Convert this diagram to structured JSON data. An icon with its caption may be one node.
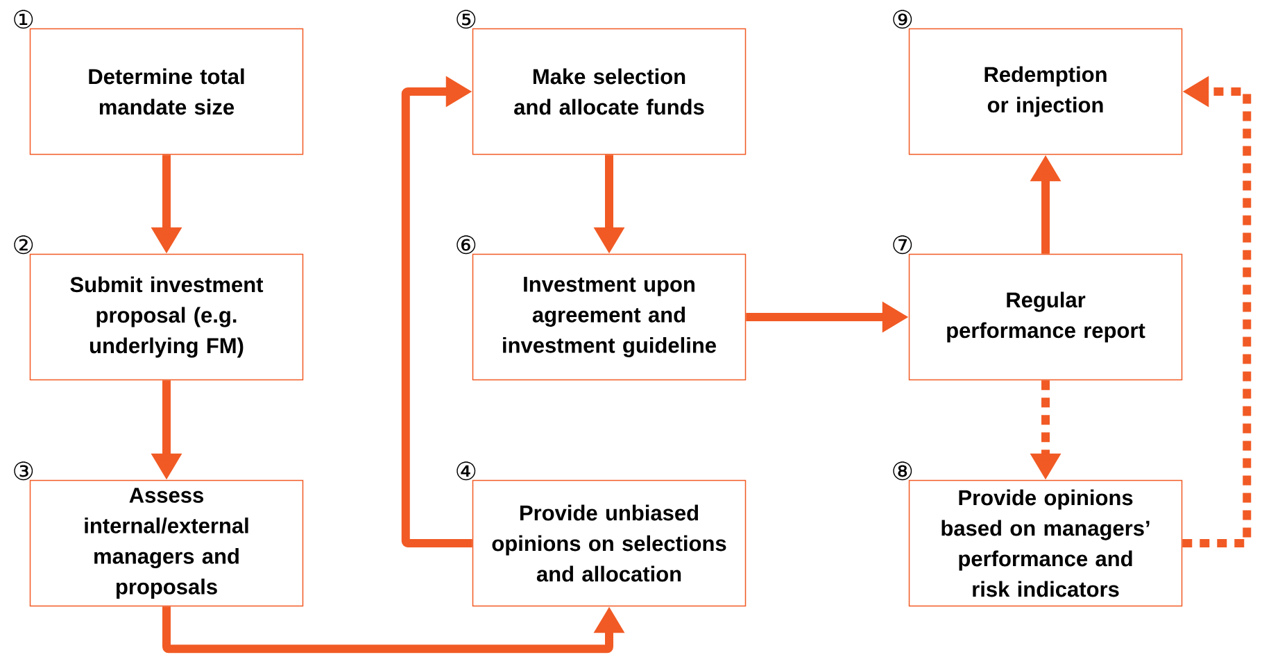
{
  "diagram": {
    "nodes": [
      {
        "text": [
          "Determine total mandate size"
        ],
        "beside": [
          "①"
        ]
      },
      {
        "text": [
          "Submit investment proposal (e.g. underlying FM)"
        ],
        "beside": [
          "②"
        ]
      },
      {
        "text": [
          "Assess internal/external managers and proposals"
        ],
        "beside": [
          "③"
        ]
      },
      {
        "text": [
          "Provide unbiased opinions on selections and allocation"
        ],
        "beside": [
          "④"
        ]
      },
      {
        "text": [
          "Make selection and allocate funds"
        ],
        "beside": [
          "⑤"
        ]
      },
      {
        "text": [
          "Investment upon agreement and investment guideline"
        ],
        "beside": [
          "⑥"
        ]
      },
      {
        "text": [
          "Regular performance report"
        ],
        "beside": [
          "⑦"
        ]
      },
      {
        "text": [
          "Provide opinions based on managers’ performance and risk indicators"
        ],
        "beside": [
          "⑧"
        ]
      },
      {
        "text": [
          "Redemption or injection"
        ],
        "beside": [
          "⑨"
        ]
      }
    ],
    "edges": [
      {
        "from": 0,
        "to": 1,
        "arrow": "to"
      },
      {
        "from": 1,
        "to": 2,
        "arrow": "to"
      },
      {
        "from": 2,
        "to": 3,
        "arrow": "to"
      },
      {
        "from": 3,
        "to": 4,
        "arrow": "to"
      },
      {
        "from": 4,
        "to": 5,
        "arrow": "to"
      },
      {
        "from": 5,
        "to": 6,
        "arrow": "to"
      },
      {
        "from": 6,
        "to": 8,
        "arrow": "to"
      },
      {
        "from": 6,
        "to": 7,
        "arrow": "to",
        "style": "dashed"
      },
      {
        "from": 7,
        "to": 8,
        "arrow": "to",
        "style": "dashed"
      }
    ]
  }
}
